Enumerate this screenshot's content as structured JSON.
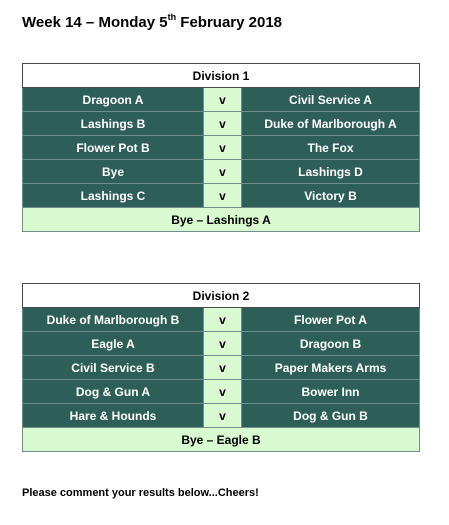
{
  "header": {
    "title_before": "Week 14 – Monday 5",
    "title_sup": "th",
    "title_after": " February 2018"
  },
  "divisions": [
    {
      "name": "Division 1",
      "matches": [
        {
          "home": "Dragoon A",
          "vs": "v",
          "away": "Civil Service A"
        },
        {
          "home": "Lashings B",
          "vs": "v",
          "away": "Duke of Marlborough A"
        },
        {
          "home": "Flower Pot B",
          "vs": "v",
          "away": "The Fox"
        },
        {
          "home": "Bye",
          "vs": "v",
          "away": "Lashings D"
        },
        {
          "home": "Lashings C",
          "vs": "v",
          "away": "Victory B"
        }
      ],
      "bye": "Bye – Lashings A"
    },
    {
      "name": "Division 2",
      "matches": [
        {
          "home": "Duke of Marlborough B",
          "vs": "v",
          "away": "Flower Pot A"
        },
        {
          "home": "Eagle A",
          "vs": "v",
          "away": "Dragoon B"
        },
        {
          "home": "Civil Service B",
          "vs": "v",
          "away": "Paper Makers Arms"
        },
        {
          "home": "Dog & Gun A",
          "vs": "v",
          "away": "Bower Inn"
        },
        {
          "home": "Hare & Hounds",
          "vs": "v",
          "away": "Dog & Gun B"
        }
      ],
      "bye": "Bye – Eagle B"
    }
  ],
  "footer": {
    "text": "Please comment your results below...Cheers!"
  },
  "colors": {
    "team_cell": "#2e5e58",
    "light_cell": "#d9fad0"
  }
}
